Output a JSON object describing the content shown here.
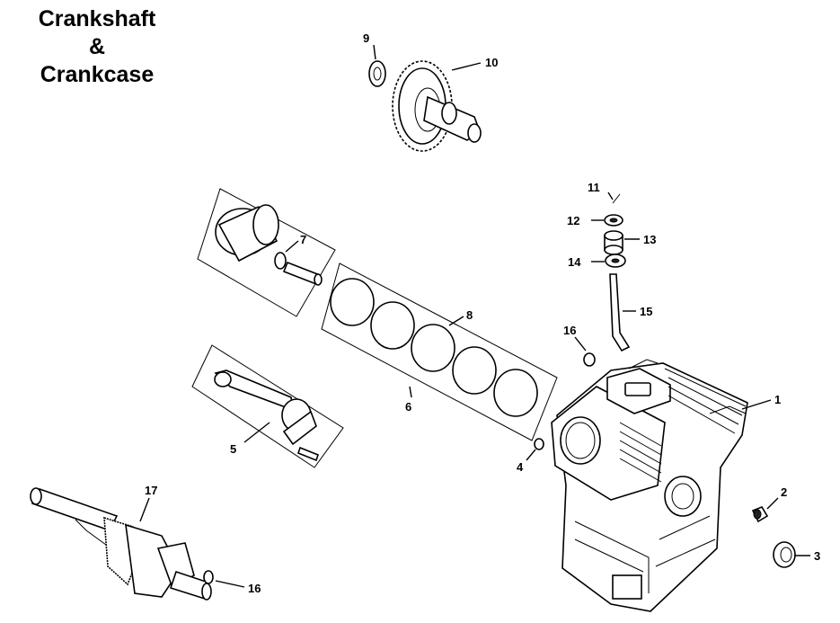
{
  "title": {
    "line1": "Crankshaft",
    "line2": "&",
    "line3": "Crankcase"
  },
  "callouts": {
    "c1": "1",
    "c2": "2",
    "c3": "3",
    "c4": "4",
    "c5": "5",
    "c6": "6",
    "c7": "7",
    "c8": "8",
    "c9": "9",
    "c10": "10",
    "c11": "11",
    "c12": "12",
    "c13": "13",
    "c14": "14",
    "c15": "15",
    "c16a": "16",
    "c16b": "16",
    "c17": "17"
  }
}
